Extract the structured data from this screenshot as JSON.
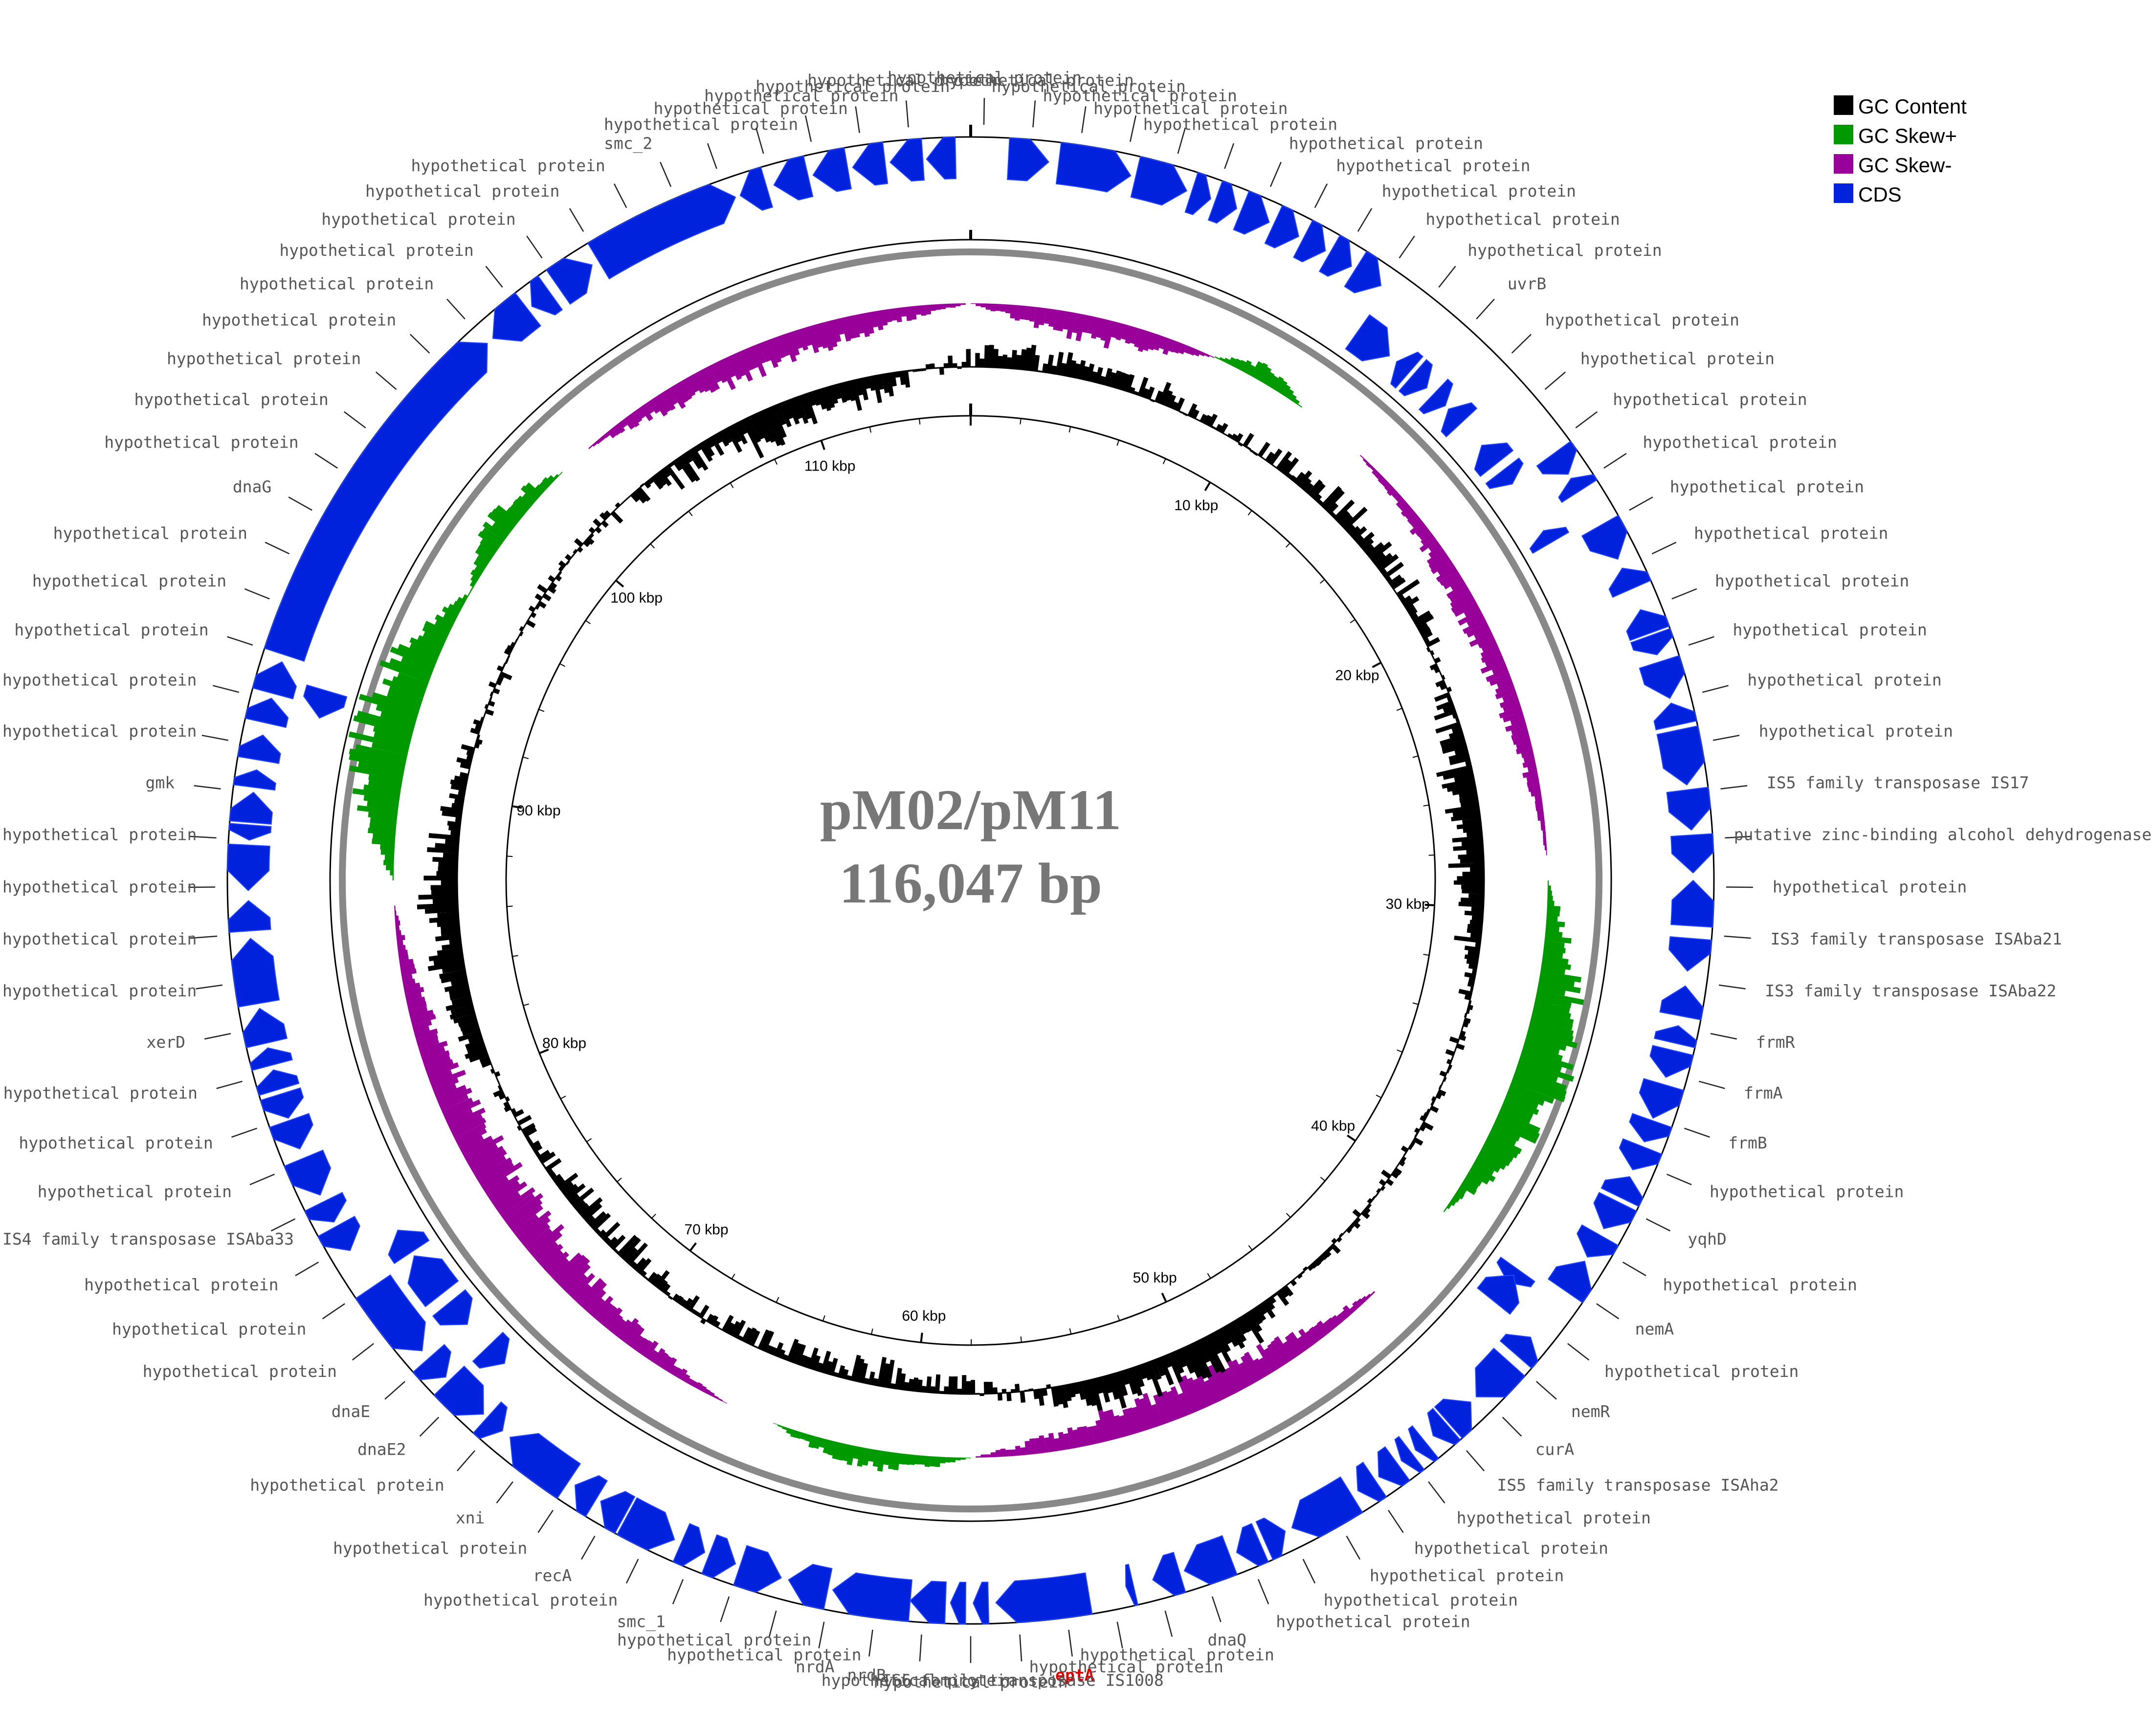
{
  "title": {
    "plasmid": "pM02/pM11",
    "size": "116,047 bp"
  },
  "legend": [
    {
      "label": "GC Content",
      "color": "#000000"
    },
    {
      "label": "GC Skew+",
      "color": "#009900"
    },
    {
      "label": "GC Skew-",
      "color": "#990099"
    },
    {
      "label": "CDS",
      "color": "#0022dd"
    }
  ],
  "ticks": [
    "10 kbp",
    "20 kbp",
    "30 kbp",
    "40 kbp",
    "50 kbp",
    "60 kbp",
    "70 kbp",
    "80 kbp",
    "90 kbp",
    "100 kbp",
    "110 kbp"
  ],
  "highlight_color": "#e00000",
  "genes": [
    {
      "label": "hypothetical protein"
    },
    {
      "label": "hypothetical protein"
    },
    {
      "label": "hypothetical protein"
    },
    {
      "label": "hypothetical protein"
    },
    {
      "label": "hypothetical protein"
    },
    {
      "label": "hypothetical protein"
    },
    {
      "label": "hypothetical protein"
    },
    {
      "label": "hypothetical protein"
    },
    {
      "label": "hypothetical protein"
    },
    {
      "label": "hypothetical protein"
    },
    {
      "label": "hypothetical protein"
    },
    {
      "label": "uvrB"
    },
    {
      "label": "hypothetical protein"
    },
    {
      "label": "hypothetical protein"
    },
    {
      "label": "hypothetical protein"
    },
    {
      "label": "hypothetical protein"
    },
    {
      "label": "hypothetical protein"
    },
    {
      "label": "hypothetical protein"
    },
    {
      "label": "hypothetical protein"
    },
    {
      "label": "hypothetical protein"
    },
    {
      "label": "hypothetical protein"
    },
    {
      "label": "hypothetical protein"
    },
    {
      "label": "IS5 family transposase IS17"
    },
    {
      "label": "putative zinc-binding alcohol dehydrogenase"
    },
    {
      "label": "hypothetical protein"
    },
    {
      "label": "IS3 family transposase ISAba21"
    },
    {
      "label": "IS3 family transposase ISAba22"
    },
    {
      "label": "frmR"
    },
    {
      "label": "frmA"
    },
    {
      "label": "frmB"
    },
    {
      "label": "hypothetical protein"
    },
    {
      "label": "yqhD"
    },
    {
      "label": "hypothetical protein"
    },
    {
      "label": "nemA"
    },
    {
      "label": "hypothetical protein"
    },
    {
      "label": "nemR"
    },
    {
      "label": "curA"
    },
    {
      "label": "IS5 family transposase ISAha2"
    },
    {
      "label": "hypothetical protein"
    },
    {
      "label": "hypothetical protein"
    },
    {
      "label": "hypothetical protein"
    },
    {
      "label": "hypothetical protein"
    },
    {
      "label": "hypothetical protein"
    },
    {
      "label": "dnaQ"
    },
    {
      "label": "hypothetical protein"
    },
    {
      "label": "hypothetical protein"
    },
    {
      "label": "eptA",
      "highlight": true
    },
    {
      "label": "IS6 family transposase IS1008"
    },
    {
      "label": "hypothetical protein"
    },
    {
      "label": "hypothetical protein"
    },
    {
      "label": "nrdB"
    },
    {
      "label": "nrdA"
    },
    {
      "label": "hypothetical protein"
    },
    {
      "label": "hypothetical protein"
    },
    {
      "label": "smc_1"
    },
    {
      "label": "hypothetical protein"
    },
    {
      "label": "recA"
    },
    {
      "label": "hypothetical protein"
    },
    {
      "label": "xni"
    },
    {
      "label": "hypothetical protein"
    },
    {
      "label": "dnaE2"
    },
    {
      "label": "dnaE"
    },
    {
      "label": "hypothetical protein"
    },
    {
      "label": "hypothetical protein"
    },
    {
      "label": "hypothetical protein"
    },
    {
      "label": "IS4 family transposase ISAba33"
    },
    {
      "label": "hypothetical protein"
    },
    {
      "label": "hypothetical protein"
    },
    {
      "label": "hypothetical protein"
    },
    {
      "label": "xerD"
    },
    {
      "label": "hypothetical protein"
    },
    {
      "label": "hypothetical protein"
    },
    {
      "label": "hypothetical protein"
    },
    {
      "label": "hypothetical protein"
    },
    {
      "label": "gmk"
    },
    {
      "label": "hypothetical protein"
    },
    {
      "label": "hypothetical protein"
    },
    {
      "label": "hypothetical protein"
    },
    {
      "label": "hypothetical protein"
    },
    {
      "label": "hypothetical protein"
    },
    {
      "label": "dnaG"
    },
    {
      "label": "hypothetical protein"
    },
    {
      "label": "hypothetical protein"
    },
    {
      "label": "hypothetical protein"
    },
    {
      "label": "hypothetical protein"
    },
    {
      "label": "hypothetical protein"
    },
    {
      "label": "hypothetical protein"
    },
    {
      "label": "hypothetical protein"
    },
    {
      "label": "hypothetical protein"
    },
    {
      "label": "hypothetical protein"
    },
    {
      "label": "smc_2"
    },
    {
      "label": "hypothetical protein"
    },
    {
      "label": "hypothetical protein"
    },
    {
      "label": "hypothetical protein"
    },
    {
      "label": "hypothetical protein"
    },
    {
      "label": "hypothetical protein"
    }
  ]
}
